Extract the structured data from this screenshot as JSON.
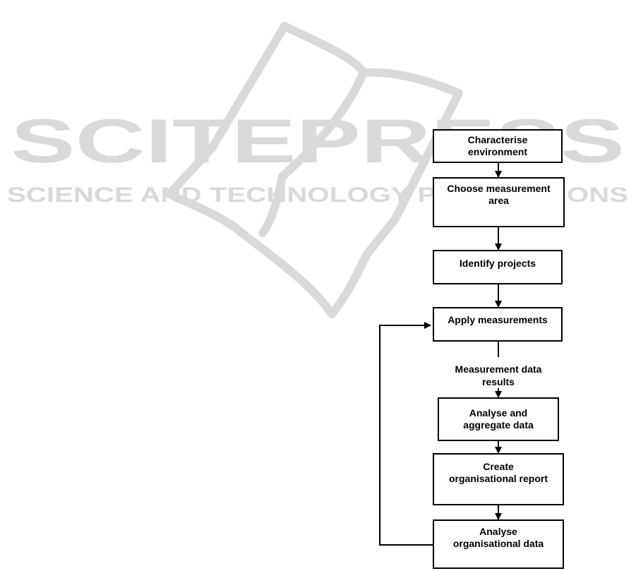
{
  "watermark": {
    "logo_text": "SCITEPRESS",
    "tagline": "SCIENCE AND TECHNOLOGY PUBLICATIONS"
  },
  "flowchart": {
    "steps": [
      "Characterise\nenvironment",
      "Choose measurement\narea",
      "Identify projects",
      "Apply measurements",
      "Analyse and\naggregate data",
      "Create\norganisational report",
      "Analyse\norganisational data"
    ],
    "edge_label": "Measurement data\nresults"
  }
}
